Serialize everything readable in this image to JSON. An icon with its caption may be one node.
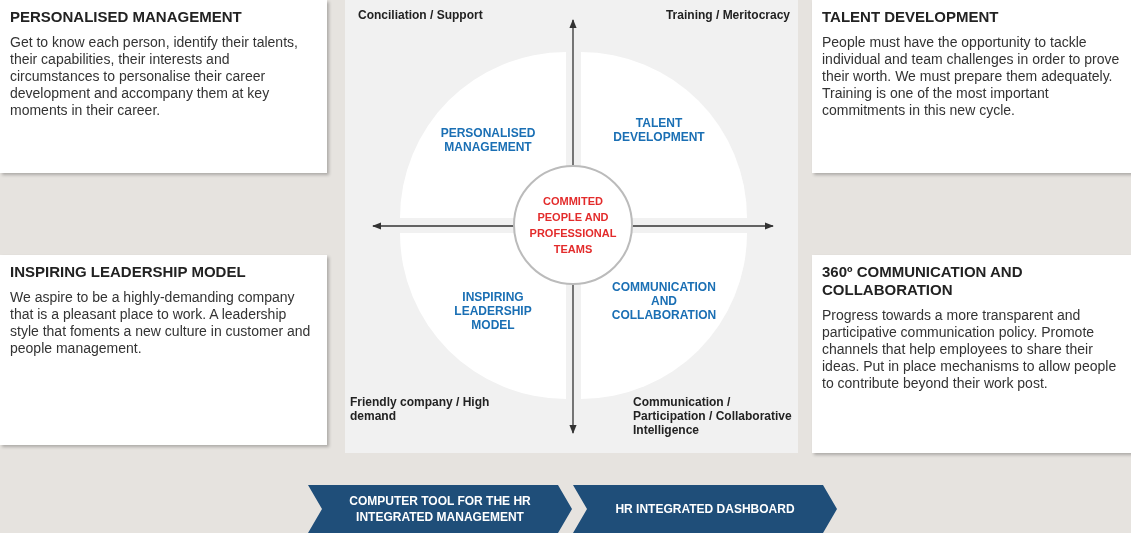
{
  "diagram": {
    "nodes": [
      {
        "text": [
          "PERSONALISED MANAGEMENT",
          "Get to know each person, identify their talents, their capabilities, their interests and circumstances to personalise their career development and accompany them at key moments in their career."
        ]
      },
      {
        "text": [
          "TALENT DEVELOPMENT",
          "People must have the opportunity to tackle individual and team challenges in order to prove their worth. We must prepare them adequately. Training is one of the most important commitments in this new cycle."
        ]
      },
      {
        "text": [
          "INSPIRING LEADERSHIP MODEL",
          "We aspire to be a highly-demanding company that is a pleasant place to work. A leadership style that foments a new culture in customer and people management."
        ]
      },
      {
        "text": [
          "360º COMMUNICATION AND COLLABORATION",
          "Progress towards a more transparent and participative communication policy. Promote channels that help employees to share their ideas. Put in place mechanisms to allow people to contribute beyond their work post."
        ]
      },
      {
        "text": [
          "PERSONALISED MANAGEMENT"
        ]
      },
      {
        "text": [
          "TALENT DEVELOPMENT"
        ]
      },
      {
        "text": [
          "INSPIRING LEADERSHIP MODEL"
        ]
      },
      {
        "text": [
          "COMMUNICATION AND COLLABORATION"
        ]
      },
      {
        "text": [
          "COMMITED PEOPLE AND PROFESSIONAL TEAMS"
        ]
      },
      {
        "text": [
          "COMPUTER TOOL FOR THE HR INTEGRATED MANAGEMENT"
        ]
      },
      {
        "text": [
          "HR INTEGRATED DASHBOARD"
        ]
      }
    ],
    "edges": [],
    "labels": [
      "Conciliation / Support",
      "Training / Meritocracy",
      "Friendly company / High demand",
      "Communication / Participation / Collaborative Intelligence"
    ]
  }
}
